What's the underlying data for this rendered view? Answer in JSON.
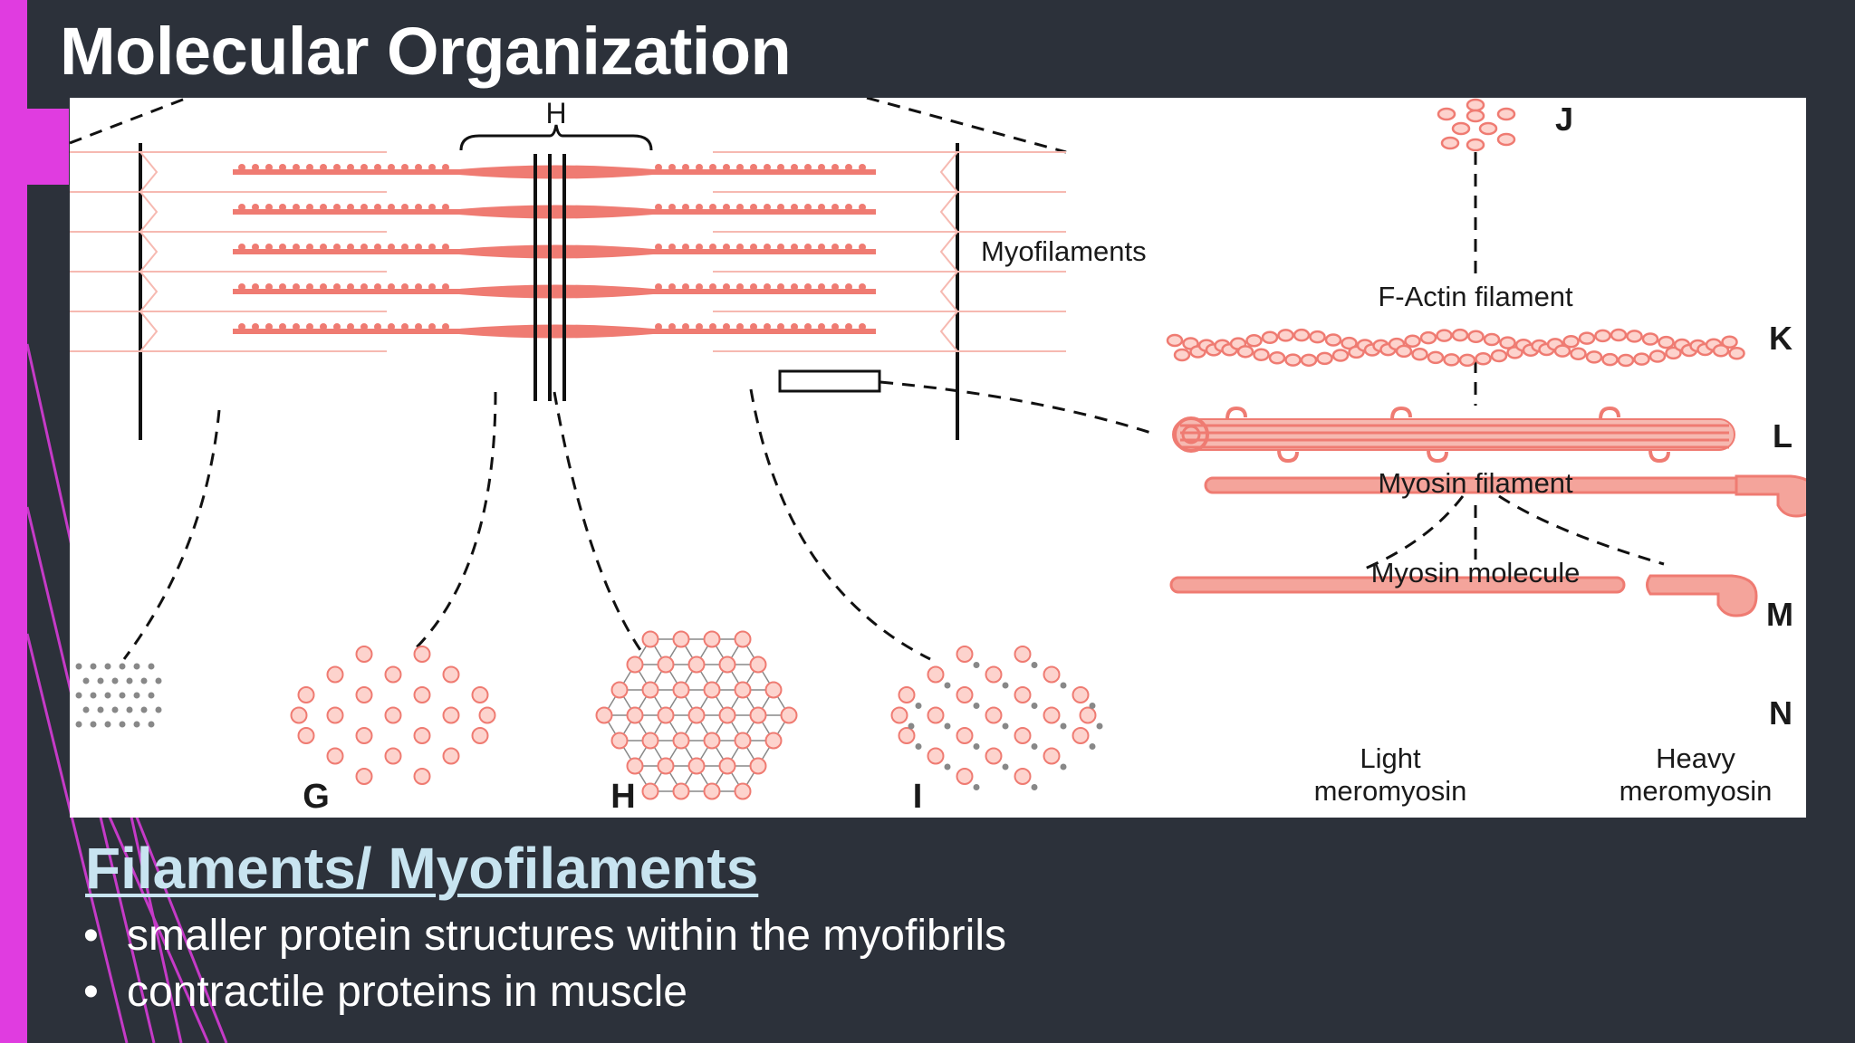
{
  "slide": {
    "title": "Molecular Organization",
    "heading": "Filaments/ Myofilaments",
    "bullets": [
      "smaller protein structures within the myofibrils",
      "contractile proteins in muscle"
    ],
    "bullet_marker": "•"
  },
  "figure": {
    "labels": {
      "h_top": "H",
      "myofilaments": "Myofilaments",
      "j": "J",
      "f_actin": "F-Actin filament",
      "k": "K",
      "l": "L",
      "myosin_filament": "Myosin filament",
      "myosin_molecule": "Myosin molecule",
      "m": "M",
      "n": "N",
      "light_1": "Light",
      "light_2": "meromyosin",
      "heavy_1": "Heavy",
      "heavy_2": "meromyosin",
      "g": "G",
      "h_bottom": "H",
      "i": "I"
    }
  },
  "colors": {
    "background": "#2c313a",
    "accent": "#e03ce0",
    "heading": "#c8e4f0",
    "filament": "#ef7b72",
    "filament_light": "#f6b9b1",
    "z_line": "#111111"
  }
}
